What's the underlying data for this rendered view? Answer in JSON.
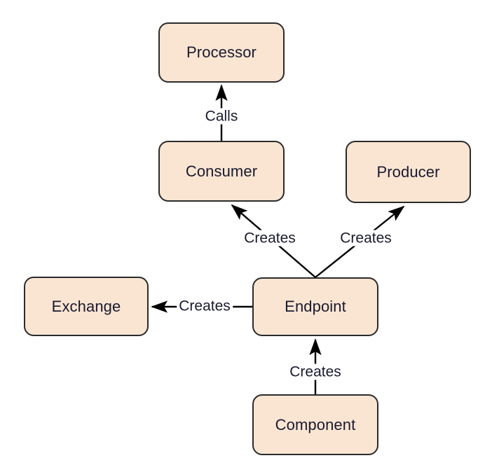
{
  "diagram": {
    "type": "flow-graph",
    "title": "",
    "background_color": "#ffffff",
    "node_fill_color": "#fae5d3",
    "node_border_color": "#2b2b2b",
    "text_color": "#1a1a2e",
    "edge_color": "#000000",
    "nodes": [
      {
        "id": "processor",
        "label": "Processor"
      },
      {
        "id": "consumer",
        "label": "Consumer"
      },
      {
        "id": "producer",
        "label": "Producer"
      },
      {
        "id": "exchange",
        "label": "Exchange"
      },
      {
        "id": "endpoint",
        "label": "Endpoint"
      },
      {
        "id": "component",
        "label": "Component"
      }
    ],
    "edges": [
      {
        "from": "consumer",
        "to": "processor",
        "label": "Calls"
      },
      {
        "from": "endpoint",
        "to": "consumer",
        "label": "Creates"
      },
      {
        "from": "endpoint",
        "to": "producer",
        "label": "Creates"
      },
      {
        "from": "endpoint",
        "to": "exchange",
        "label": "Creates"
      },
      {
        "from": "component",
        "to": "endpoint",
        "label": "Creates"
      }
    ]
  }
}
